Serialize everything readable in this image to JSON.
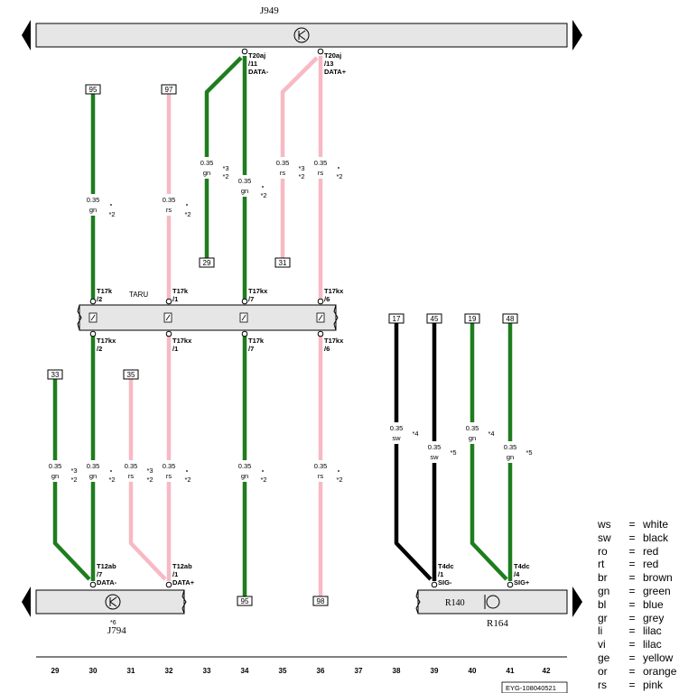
{
  "components": {
    "top": {
      "label": "J949"
    },
    "taru": {
      "label": "TARU"
    },
    "bottom_left": {
      "label": "J794",
      "note": "*6"
    },
    "bottom_right": {
      "inner_label": "R140",
      "label": "R164"
    }
  },
  "connectors_top": {
    "c34": {
      "id": "T20aj",
      "pin": "/11",
      "signal": "DATA-"
    },
    "c36": {
      "id": "T20aj",
      "pin": "/13",
      "signal": "DATA+"
    }
  },
  "taru_pins_top": [
    {
      "col": 30,
      "id": "T17k",
      "pin": "/2"
    },
    {
      "col": 32,
      "id": "T17k",
      "pin": "/1"
    },
    {
      "col": 34,
      "id": "T17kx",
      "pin": "/7"
    },
    {
      "col": 36,
      "id": "T17kx",
      "pin": "/6"
    }
  ],
  "taru_pins_bottom": [
    {
      "col": 30,
      "id": "T17kx",
      "pin": "/2"
    },
    {
      "col": 32,
      "id": "T17kx",
      "pin": "/1"
    },
    {
      "col": 34,
      "id": "T17k",
      "pin": "/7"
    },
    {
      "col": 36,
      "id": "T17kx",
      "pin": "/6"
    }
  ],
  "connectors_bottom": [
    {
      "col": 30,
      "id": "T12ab",
      "pin": "/7",
      "signal": "DATA-"
    },
    {
      "col": 32,
      "id": "T12ab",
      "pin": "/1",
      "signal": "DATA+"
    },
    {
      "col": 39,
      "id": "T4dc",
      "pin": "/1",
      "signal": "SIG-"
    },
    {
      "col": 41,
      "id": "T4dc",
      "pin": "/4",
      "signal": "SIG+"
    }
  ],
  "refs": {
    "r30_top": "95",
    "r32_top": "97",
    "r33_mid": "29",
    "r35_mid": "31",
    "r29_low": "33",
    "r31_low": "35",
    "r34_bot": "95",
    "r36_bot": "98",
    "r38": "17",
    "r39": "45",
    "r40": "19",
    "r41": "48"
  },
  "wires": [
    {
      "id": "w30a",
      "size": "0.35",
      "color_code": "gn",
      "notes": [
        "*2"
      ]
    },
    {
      "id": "w32a",
      "size": "0.35",
      "color_code": "rs",
      "notes": [
        "*2"
      ]
    },
    {
      "id": "w33",
      "size": "0.35",
      "color_code": "gn",
      "notes": [
        "*3",
        "*2"
      ]
    },
    {
      "id": "w34a",
      "size": "0.35",
      "color_code": "gn",
      "notes": [
        "*2"
      ]
    },
    {
      "id": "w35",
      "size": "0.35",
      "color_code": "rs",
      "notes": [
        "*3",
        "*2"
      ]
    },
    {
      "id": "w36a",
      "size": "0.35",
      "color_code": "rs",
      "notes": [
        "*2"
      ]
    },
    {
      "id": "w29",
      "size": "0.35",
      "color_code": "gn",
      "notes": [
        "*3",
        "*2"
      ]
    },
    {
      "id": "w30b",
      "size": "0.35",
      "color_code": "gn",
      "notes": [
        "*2"
      ]
    },
    {
      "id": "w31",
      "size": "0.35",
      "color_code": "rs",
      "notes": [
        "*3",
        "*2"
      ]
    },
    {
      "id": "w32b",
      "size": "0.35",
      "color_code": "rs",
      "notes": [
        "*2"
      ]
    },
    {
      "id": "w34b",
      "size": "0.35",
      "color_code": "gn",
      "notes": [
        "*2"
      ]
    },
    {
      "id": "w36b",
      "size": "0.35",
      "color_code": "rs",
      "notes": [
        "*2"
      ]
    },
    {
      "id": "w38",
      "size": "0.35",
      "color_code": "sw",
      "notes": [
        "*4"
      ]
    },
    {
      "id": "w39",
      "size": "0.35",
      "color_code": "sw",
      "notes": [
        "*5"
      ]
    },
    {
      "id": "w40",
      "size": "0.35",
      "color_code": "gn",
      "notes": [
        "*4"
      ]
    },
    {
      "id": "w41",
      "size": "0.35",
      "color_code": "gn",
      "notes": [
        "*5"
      ]
    }
  ],
  "colors": {
    "gn": "#1e7d1e",
    "rs": "#f7b9c4",
    "sw": "#000000",
    "box": "#e6e6e6"
  },
  "scale": [
    "29",
    "30",
    "31",
    "32",
    "33",
    "34",
    "35",
    "36",
    "37",
    "38",
    "39",
    "40",
    "41",
    "42"
  ],
  "footer_code": "EYG-108040521",
  "legend": [
    {
      "code": "ws",
      "eq": "=",
      "name": "white"
    },
    {
      "code": "sw",
      "eq": "=",
      "name": "black"
    },
    {
      "code": "ro",
      "eq": "=",
      "name": "red"
    },
    {
      "code": "rt",
      "eq": "=",
      "name": "red"
    },
    {
      "code": "br",
      "eq": "=",
      "name": "brown"
    },
    {
      "code": "gn",
      "eq": "=",
      "name": "green"
    },
    {
      "code": "bl",
      "eq": "=",
      "name": "blue"
    },
    {
      "code": "gr",
      "eq": "=",
      "name": "grey"
    },
    {
      "code": "li",
      "eq": "=",
      "name": "lilac"
    },
    {
      "code": "vi",
      "eq": "=",
      "name": "lilac"
    },
    {
      "code": "ge",
      "eq": "=",
      "name": "yellow"
    },
    {
      "code": "or",
      "eq": "=",
      "name": "orange"
    },
    {
      "code": "rs",
      "eq": "=",
      "name": "pink"
    }
  ]
}
